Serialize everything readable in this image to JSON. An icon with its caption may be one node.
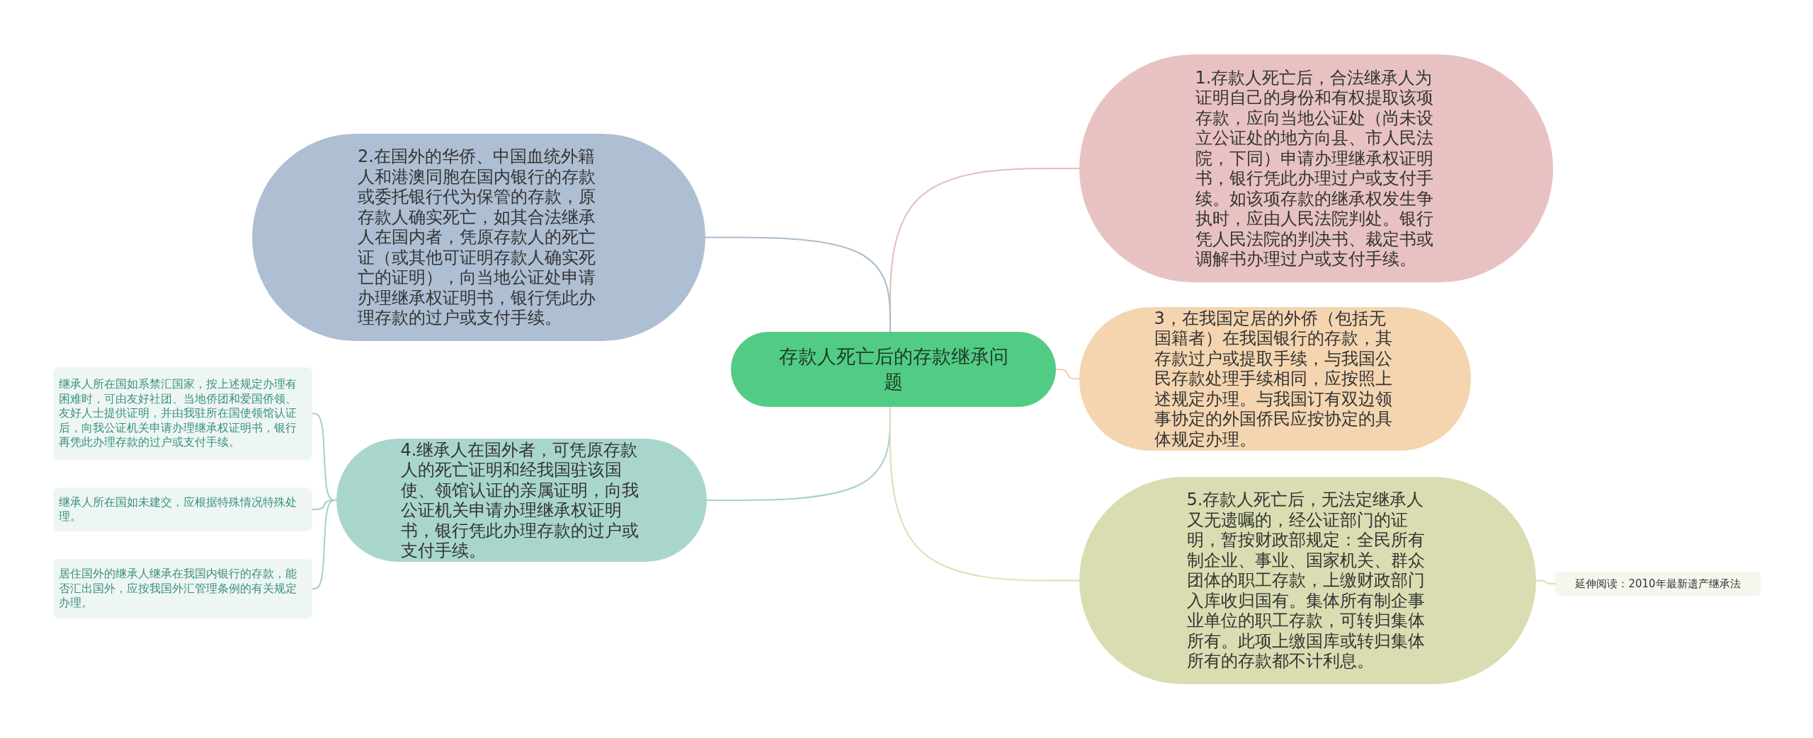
{
  "diagram": {
    "nodes": [
      {
        "text": [
          "存款人死亡后的存款继承问题"
        ]
      },
      {
        "text": [
          "1.存款人死亡后，合法继承人为证明自己的身份和有权提取该项存款，应向当地公证处（尚未设立公证处的地方向县、市人民法院，下同）申请办理继承权证明书，银行凭此办理过户或支付手续。如该项存款的继承权发生争执时，应由人民法院判处。银行凭人民法院的判决书、裁定书或调解书办理过户或支付手续。"
        ]
      },
      {
        "text": [
          "2.在国外的华侨、中国血统外籍人和港澳同胞在国内银行的存款或委托银行代为保管的存款，原存款人确实死亡，如其合法继承人在国内者，凭原存款人的死亡证（或其他可证明存款人确实死亡的证明），向当地公证处申请办理继承权证明书，银行凭此办理存款的过户或支付手续。"
        ]
      },
      {
        "text": [
          "3，在我国定居的外侨（包括无国籍者）在我国银行的存款，其存款过户或提取手续，与我国公民存款处理手续相同，应按照上述规定办理。与我国订有双边领事协定的外国侨民应按协定的具体规定办理。"
        ]
      },
      {
        "text": [
          "4.继承人在国外者，可凭原存款人的死亡证明和经我国驻该国使、领馆认证的亲属证明，向我公证机关申请办理继承权证明书，银行凭此办理存款的过户或支付手续。"
        ]
      },
      {
        "text": [
          "继承人所在国如系禁汇国家，按上述规定办理有困难时，可由友好社团、当地侨团和爱国侨领、友好人士提供证明，并由我驻所在国使领馆认证后，向我公证机关申请办理继承权证明书，银行再凭此办理存款的过户或支付手续。"
        ]
      },
      {
        "text": [
          "继承人所在国如未建交，应根据特殊情况特殊处理。"
        ]
      },
      {
        "text": [
          "居住国外的继承人继承在我国内银行的存款，能否汇出国外，应按我国外汇管理条例的有关规定办理。"
        ]
      },
      {
        "text": [
          "5.存款人死亡后，无法定继承人又无遗嘱的，经公证部门的证明，暂按财政部规定：全民所有制企业、事业、国家机关、群众团体的职工存款，上缴财政部门入库收归国有。集体所有制企事业单位的职工存款，可转归集体所有。此项上缴国库或转归集体所有的存款都不计利息。"
        ]
      },
      {
        "text": [
          "延伸阅读：2010年最新遗产继承法"
        ]
      }
    ],
    "edges": [
      {
        "from": 0,
        "to": 1,
        "arrow": "none",
        "color": "#e6bcbc"
      },
      {
        "from": 0,
        "to": 2,
        "arrow": "none",
        "color": "#a9bccc"
      },
      {
        "from": 0,
        "to": 3,
        "arrow": "none",
        "color": "#f0d2ae"
      },
      {
        "from": 0,
        "to": 4,
        "arrow": "none",
        "color": "#a3d0c6"
      },
      {
        "from": 4,
        "to": 5,
        "arrow": "none",
        "color": "#a3d0c6"
      },
      {
        "from": 4,
        "to": 6,
        "arrow": "none",
        "color": "#a3d0c6"
      },
      {
        "from": 4,
        "to": 7,
        "arrow": "none",
        "color": "#a3d0c6"
      },
      {
        "from": 0,
        "to": 8,
        "arrow": "none",
        "color": "#dcdfb4"
      },
      {
        "from": 8,
        "to": 9,
        "arrow": "none",
        "color": "#dcdfb4"
      }
    ]
  }
}
